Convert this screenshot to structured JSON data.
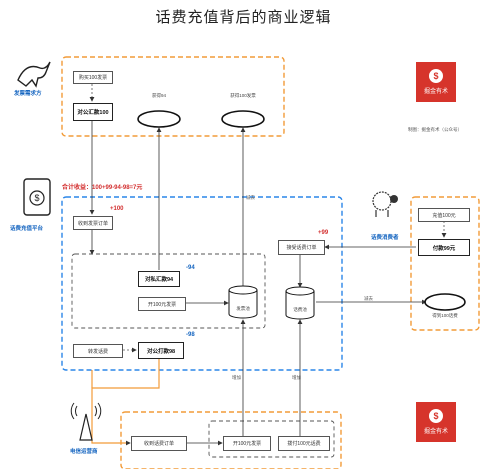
{
  "title": "话费充值背后的商业逻辑",
  "colors": {
    "orange": "#f29b38",
    "blue": "#2a85e8",
    "red": "#d32f2f",
    "brand": "#d6342b"
  },
  "actors": {
    "invoice_buyer": "发票需求方",
    "platform": "话费充值平台",
    "consumer": "话费消费者",
    "operator": "电信运营商"
  },
  "top": {
    "buy_invoice": "购买100发票",
    "pay_corporate": "对公汇款100",
    "get94": "获得94",
    "get_invoice": "获得100发票"
  },
  "brand": {
    "name": "掘金有术",
    "credit": "制图：掘金有术（公众号）",
    "icon": "$"
  },
  "profit": "合计收益：100+99-94-98=7元",
  "platform_nodes": {
    "receive_invoice_order": "收到发票订单",
    "plus100": "+100",
    "pay94": "对私汇款94",
    "minus94": "-94",
    "issue_invoice": "开100元发票",
    "invoice_pool": "发票池",
    "accept_order": "接受话费订单",
    "plus99": "+99",
    "bill_pool": "话费池",
    "send_bill": "转发话费",
    "pay98": "对公打款98",
    "minus98": "-98"
  },
  "consumer_nodes": {
    "recharge": "充值100元",
    "pay99": "付款99元",
    "get_bill": "得到100话费"
  },
  "operator_nodes": {
    "receive_order": "收到话费订单",
    "issue_invoice": "开100元发票",
    "recharge_bill": "拨付100元话费"
  },
  "edge_labels": {
    "reduce1": "减去",
    "reduce2": "减去",
    "add1": "增加",
    "add2": "增加"
  }
}
